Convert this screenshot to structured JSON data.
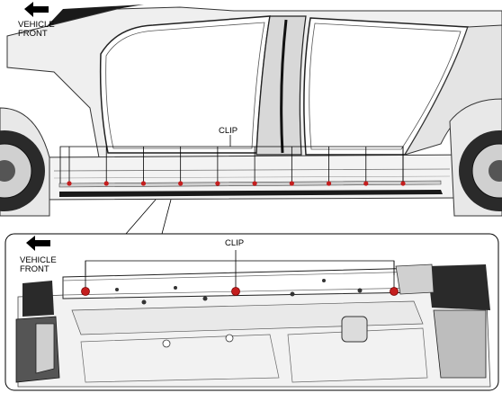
{
  "top_view": {
    "direction_label": [
      "VEHICLE",
      "FRONT"
    ],
    "clip_label": "CLIP",
    "clip_count": 10
  },
  "detail_view": {
    "direction_label": [
      "VEHICLE",
      "FRONT"
    ],
    "clip_label": "CLIP",
    "clip_count": 3
  },
  "colors": {
    "clip_marker": "#c41e1e",
    "line_art": "#222222",
    "body_panel": "#efefef",
    "shadow": "#1a1a1a"
  },
  "icons": [
    "arrow-left-icon",
    "arrow-left-icon"
  ]
}
